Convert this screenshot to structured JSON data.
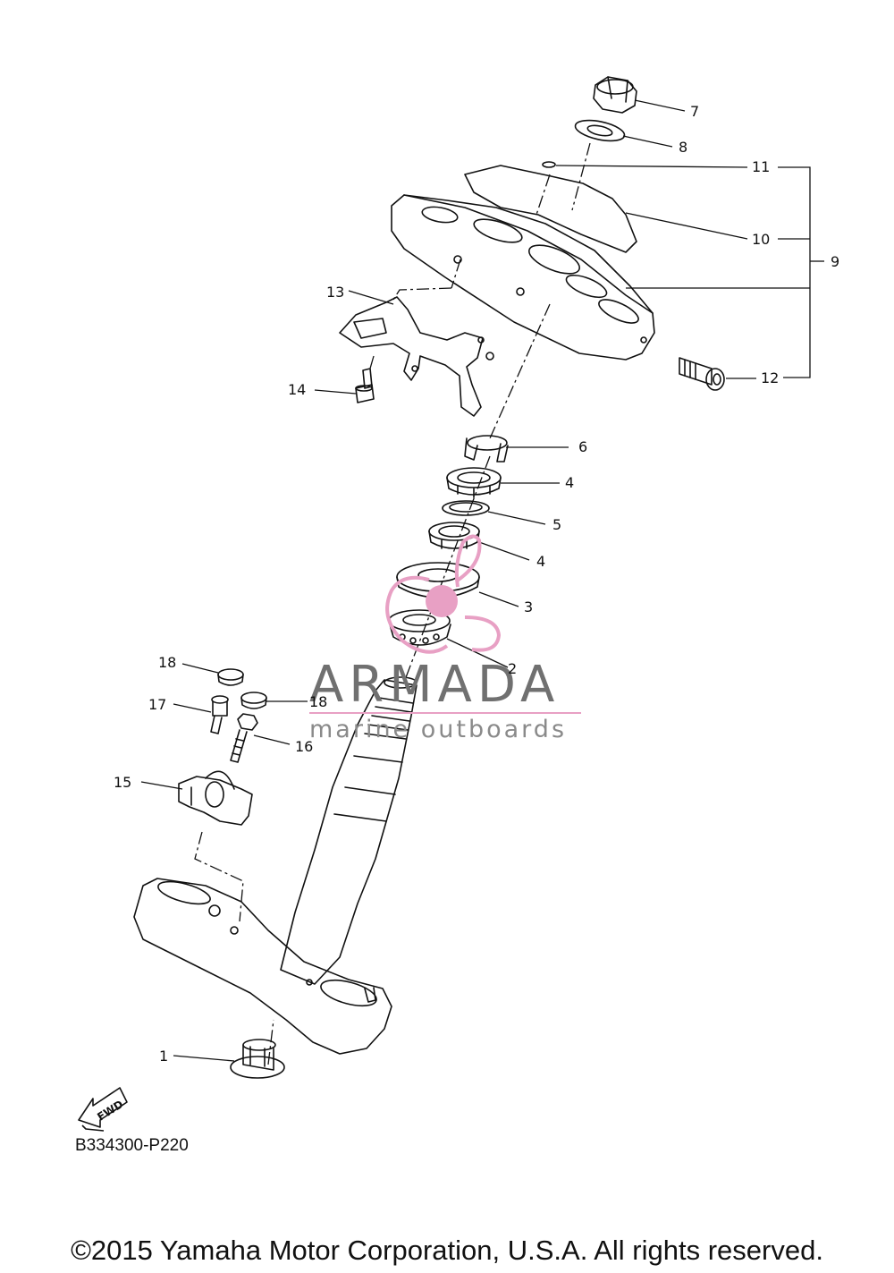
{
  "callouts": [
    {
      "id": "c7",
      "text": "7"
    },
    {
      "id": "c8",
      "text": "8"
    },
    {
      "id": "c11",
      "text": "11"
    },
    {
      "id": "c10",
      "text": "10"
    },
    {
      "id": "c9",
      "text": "9"
    },
    {
      "id": "c13",
      "text": "13"
    },
    {
      "id": "c12",
      "text": "12"
    },
    {
      "id": "c14",
      "text": "14"
    },
    {
      "id": "c6",
      "text": "6"
    },
    {
      "id": "c4a",
      "text": "4"
    },
    {
      "id": "c5",
      "text": "5"
    },
    {
      "id": "c4b",
      "text": "4"
    },
    {
      "id": "c3",
      "text": "3"
    },
    {
      "id": "c2",
      "text": "2"
    },
    {
      "id": "c18a",
      "text": "18"
    },
    {
      "id": "c17",
      "text": "17"
    },
    {
      "id": "c18b",
      "text": "18"
    },
    {
      "id": "c16",
      "text": "16"
    },
    {
      "id": "c15",
      "text": "15"
    },
    {
      "id": "c1",
      "text": "1"
    }
  ],
  "fwd_label": "FWD",
  "diagram_code": "B334300-P220",
  "watermark": {
    "title": "ARMADA",
    "subtitle": "marine outboards",
    "accent_color": "#e8a0c4",
    "text_color": "#707070"
  },
  "copyright": "©2015 Yamaha Motor Corporation, U.S.A. All rights reserved."
}
